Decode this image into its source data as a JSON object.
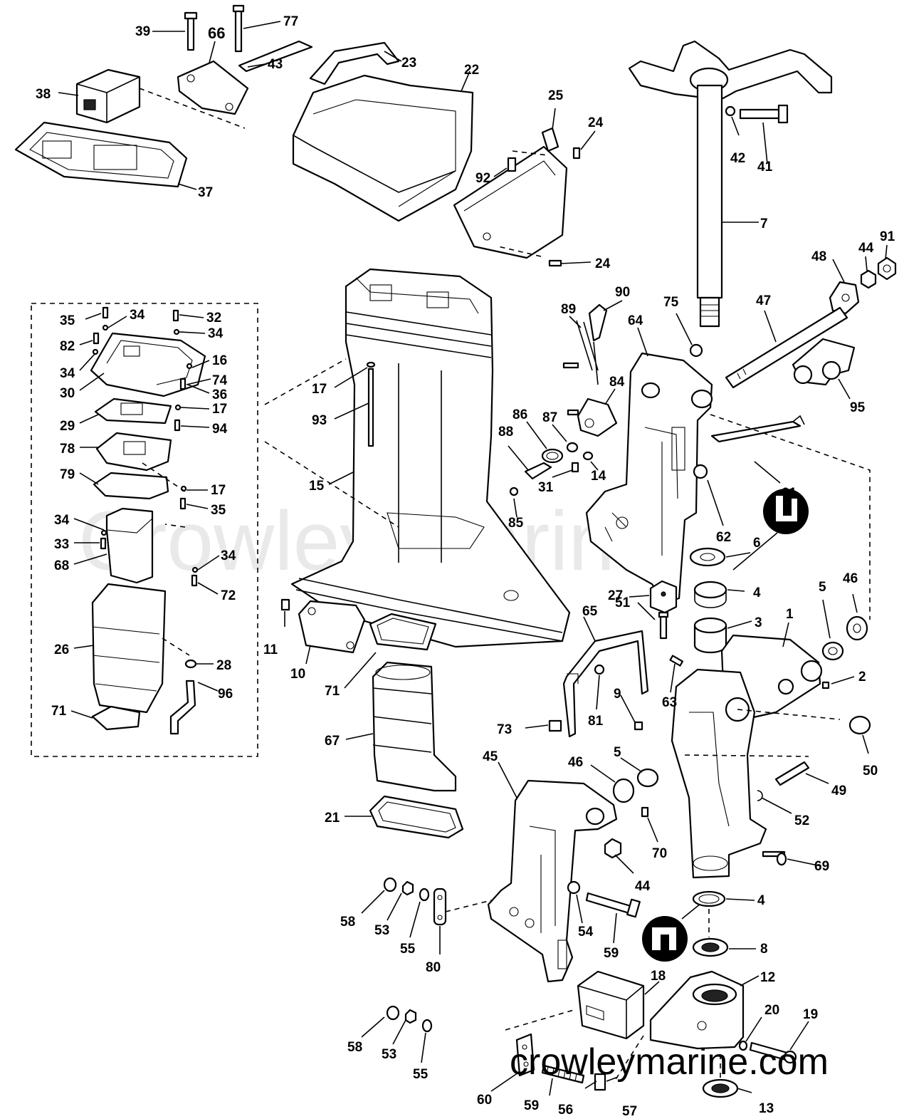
{
  "watermark": "Crowley Marine",
  "website": "crowleymarine.com",
  "labels": {
    "l39": "39",
    "l77": "77",
    "l66": "66",
    "l43": "43",
    "l23": "23",
    "l22": "22",
    "l38": "38",
    "l37": "37",
    "l25": "25",
    "l24a": "24",
    "l92": "92",
    "l24b": "24",
    "l42": "42",
    "l41": "41",
    "l7": "7",
    "l91": "91",
    "l44a": "44",
    "l48": "48",
    "l47": "47",
    "l90": "90",
    "l89": "89",
    "l75": "75",
    "l64": "64",
    "l95": "95",
    "l84": "84",
    "l86": "86",
    "l87": "87",
    "l88": "88",
    "l14": "14",
    "l31": "31",
    "l85": "85",
    "l61": "61",
    "l62": "62",
    "l6": "6",
    "l27": "27",
    "l4a": "4",
    "l46a": "46",
    "l5a": "5",
    "l51": "51",
    "l3": "3",
    "l1": "1",
    "l65": "65",
    "l2": "2",
    "l63": "63",
    "l9": "9",
    "l73": "73",
    "l81": "81",
    "l50": "50",
    "l45": "45",
    "l46b": "46",
    "l5b": "5",
    "l49": "49",
    "l52": "52",
    "l70": "70",
    "l44b": "44",
    "l69": "69",
    "l4b": "4",
    "l54": "54",
    "l59a": "59",
    "l8": "8",
    "l58a": "58",
    "l53a": "53",
    "l55a": "55",
    "l80": "80",
    "l18": "18",
    "l12": "12",
    "l20": "20",
    "l19": "19",
    "l58b": "58",
    "l53b": "53",
    "l55b": "55",
    "l60": "60",
    "l59b": "59",
    "l56": "56",
    "l57": "57",
    "l13": "13",
    "l35a": "35",
    "l34a": "34",
    "l32": "32",
    "l34b": "34",
    "l82": "82",
    "l34c": "34",
    "l16": "16",
    "l74": "74",
    "l30": "30",
    "l36": "36",
    "l17a": "17",
    "l29": "29",
    "l94": "94",
    "l78": "78",
    "l79": "79",
    "l17b": "17",
    "l35b": "35",
    "l34d": "34",
    "l33": "33",
    "l68": "68",
    "l34e": "34",
    "l72": "72",
    "l26": "26",
    "l28": "28",
    "l96": "96",
    "l71a": "71",
    "l17c": "17",
    "l93": "93",
    "l15": "15",
    "l11": "11",
    "l10": "10",
    "l71b": "71",
    "l67": "67",
    "l21": "21"
  }
}
